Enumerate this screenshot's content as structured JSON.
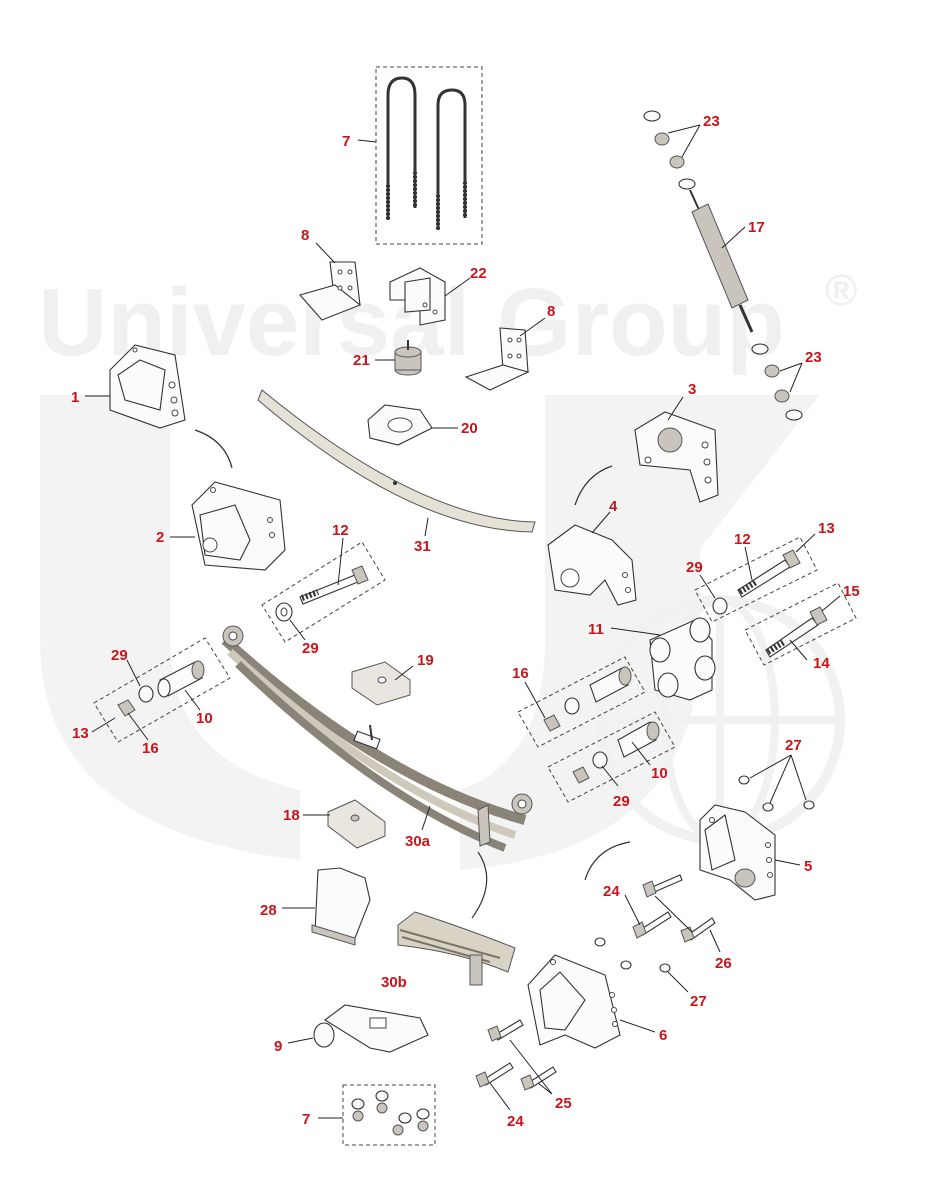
{
  "watermark": {
    "text": "Universal Group",
    "mark": "®",
    "color": "#f0f0f0"
  },
  "callout_color": "#c8151b",
  "callouts": [
    {
      "id": "c7a",
      "text": "7"
    },
    {
      "id": "c23a",
      "text": "23"
    },
    {
      "id": "c17",
      "text": "17"
    },
    {
      "id": "c8a",
      "text": "8"
    },
    {
      "id": "c22",
      "text": "22"
    },
    {
      "id": "c8b",
      "text": "8"
    },
    {
      "id": "c21",
      "text": "21"
    },
    {
      "id": "c23b",
      "text": "23"
    },
    {
      "id": "c1",
      "text": "1"
    },
    {
      "id": "c20",
      "text": "20"
    },
    {
      "id": "c3",
      "text": "3"
    },
    {
      "id": "c4",
      "text": "4"
    },
    {
      "id": "c2",
      "text": "2"
    },
    {
      "id": "c31",
      "text": "31"
    },
    {
      "id": "c12a",
      "text": "12"
    },
    {
      "id": "c12b",
      "text": "12"
    },
    {
      "id": "c13a",
      "text": "13"
    },
    {
      "id": "c29a",
      "text": "29"
    },
    {
      "id": "c15",
      "text": "15"
    },
    {
      "id": "c29b",
      "text": "29"
    },
    {
      "id": "c11",
      "text": "11"
    },
    {
      "id": "c14",
      "text": "14"
    },
    {
      "id": "c29c",
      "text": "29"
    },
    {
      "id": "c19",
      "text": "19"
    },
    {
      "id": "c16a",
      "text": "16"
    },
    {
      "id": "c10a",
      "text": "10"
    },
    {
      "id": "c13b",
      "text": "13"
    },
    {
      "id": "c16b",
      "text": "16"
    },
    {
      "id": "c27a",
      "text": "27"
    },
    {
      "id": "c10b",
      "text": "10"
    },
    {
      "id": "c29d",
      "text": "29"
    },
    {
      "id": "c18",
      "text": "18"
    },
    {
      "id": "c30a",
      "text": "30a"
    },
    {
      "id": "c5",
      "text": "5"
    },
    {
      "id": "c24a",
      "text": "24"
    },
    {
      "id": "c28",
      "text": "28"
    },
    {
      "id": "c26",
      "text": "26"
    },
    {
      "id": "c27b",
      "text": "27"
    },
    {
      "id": "c30b",
      "text": "30b"
    },
    {
      "id": "c6",
      "text": "6"
    },
    {
      "id": "c9",
      "text": "9"
    },
    {
      "id": "c25",
      "text": "25"
    },
    {
      "id": "c24b",
      "text": "24"
    },
    {
      "id": "c7b",
      "text": "7"
    }
  ]
}
